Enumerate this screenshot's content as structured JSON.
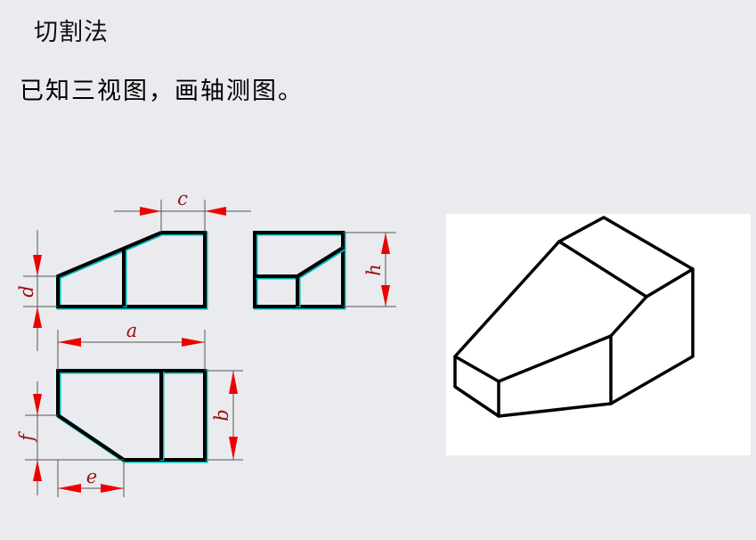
{
  "header": {
    "title": "切割法",
    "instruction": "已知三视图，画轴测图。"
  },
  "dimensions": {
    "a": "a",
    "b": "b",
    "c": "c",
    "d": "d",
    "e": "e",
    "f": "f",
    "h": "h"
  },
  "colors": {
    "outline": "#000000",
    "dimension": "#a01010",
    "arrow": "#ee0000",
    "edge_shadow": "#00b8b8",
    "background": "#e9ebef",
    "panel": "#ffffff"
  }
}
